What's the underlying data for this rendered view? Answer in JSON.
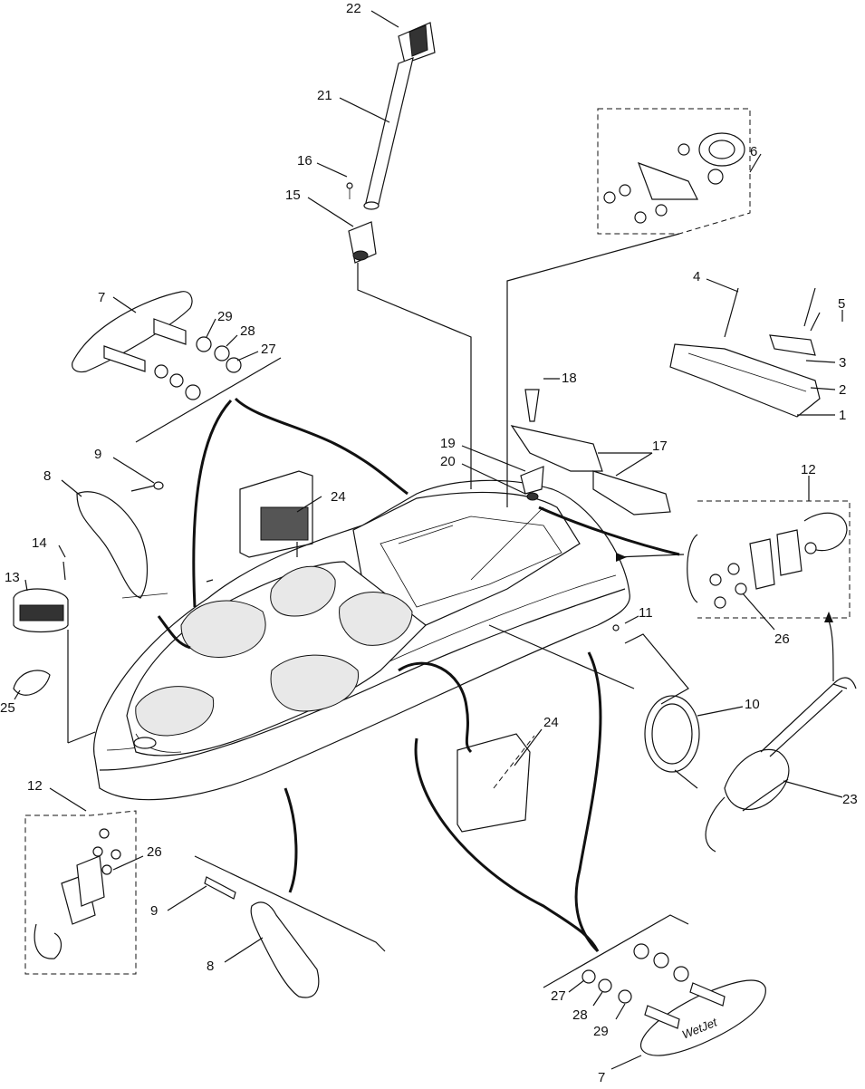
{
  "callouts": {
    "c1": "1",
    "c2": "2",
    "c3": "3",
    "c4": "4",
    "c5": "5",
    "c6": "6",
    "c7a": "7",
    "c7b": "7",
    "c8a": "8",
    "c8b": "8",
    "c9a": "9",
    "c9b": "9",
    "c10": "10",
    "c11": "11",
    "c12a": "12",
    "c12b": "12",
    "c13": "13",
    "c14": "14",
    "c15": "15",
    "c16": "16",
    "c17": "17",
    "c18": "18",
    "c19": "19",
    "c20": "20",
    "c21": "21",
    "c22": "22",
    "c23": "23",
    "c24a": "24",
    "c24b": "24",
    "c25": "25",
    "c26a": "26",
    "c26b": "26",
    "c27a": "27",
    "c27b": "27",
    "c28a": "28",
    "c28b": "28",
    "c29a": "29",
    "c29b": "29"
  },
  "decal": {
    "text": "WetJet"
  }
}
